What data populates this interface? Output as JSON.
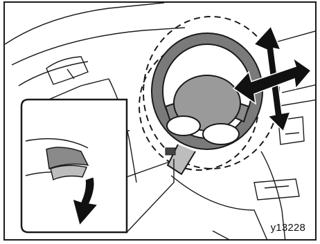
{
  "figure": {
    "code": "y13228",
    "icons": {
      "steering_wheel": "steering-wheel",
      "tilt_telescopic_arrows": "four-way-arrow",
      "lever_inset": "release-lever",
      "lever_down_arrow": "down-arrow"
    },
    "colors": {
      "line": "#1a1a1a",
      "wheel_fill": "#7a7a7a",
      "hub_fill": "#9a9a9a",
      "arrow_fill": "#111111",
      "inset_lever": "#8a8a8a"
    }
  }
}
